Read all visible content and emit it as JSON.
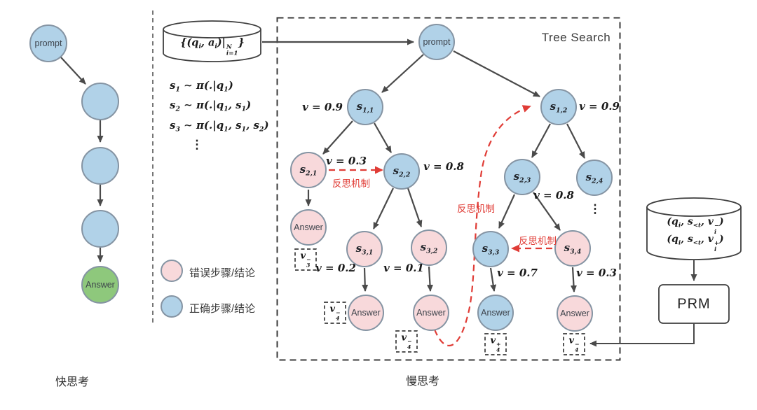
{
  "left_panel": {
    "prompt_label": "prompt",
    "answer_label": "Answer",
    "caption": "快思考"
  },
  "middle_panel": {
    "dataset_formula": "{(q_{i}, a_{i})|_{i=1}^{N}}",
    "equations": [
      "s_{1} ∼ π(.|q_{1})",
      "s_{2} ∼ π(.|q_{1}, s_{1})",
      "s_{3} ∼ π(.|q_{1}, s_{1}, s_{2})"
    ],
    "ellipsis": "⋮",
    "legend": [
      {
        "label": "错误步骤/结论",
        "color": "#f8d9db"
      },
      {
        "label": "正确步骤/结论",
        "color": "#b1d2e8"
      }
    ]
  },
  "tree": {
    "title": "Tree Search",
    "caption": "慢思考",
    "prompt_label": "prompt",
    "answer_label": "Answer",
    "reflection_label": "反思机制",
    "ellipsis": "⋮",
    "nodes": {
      "s11": {
        "label": "s_{1,1}",
        "value": "v = 0.9",
        "type": "correct"
      },
      "s12": {
        "label": "s_{1,2}",
        "value": "v = 0.9",
        "type": "correct"
      },
      "s21": {
        "label": "s_{2,1}",
        "value": "v = 0.3",
        "type": "wrong"
      },
      "s22": {
        "label": "s_{2,2}",
        "value": "v = 0.8",
        "type": "correct"
      },
      "s23": {
        "label": "s_{2,3}",
        "value": "v = 0.8",
        "type": "correct"
      },
      "s24": {
        "label": "s_{2,4}",
        "type": "correct"
      },
      "s31": {
        "label": "s_{3,1}",
        "value": "v = 0.2",
        "type": "wrong"
      },
      "s32": {
        "label": "s_{3,2}",
        "value": "v = 0.1",
        "type": "wrong"
      },
      "s33": {
        "label": "s_{3,3}",
        "value": "v = 0.7",
        "type": "correct"
      },
      "s34": {
        "label": "s_{3,4}",
        "value": "v = 0.3",
        "type": "wrong"
      }
    },
    "value_boxes": {
      "v3_minus": "v_{3}^{−}",
      "v4_minus_a": "v_{4}^{−}",
      "v4_minus_b": "v_{4}^{−}",
      "v4_plus": "v_{4}^{+}",
      "v4_minus_c": "v_{4}^{−}"
    }
  },
  "prm_panel": {
    "data_lines": [
      "(q_{i}, s_{<t}, v_{i}^{−})",
      "(q_{i}, s_{<t}, v_{i}^{+})"
    ],
    "prm_label": "PRM"
  },
  "colors": {
    "correct_node": "#b1d2e8",
    "wrong_node": "#f8d9db",
    "answer_node_green": "#8ec87c",
    "node_border": "#8594a3",
    "arrow": "#4a4a4a",
    "reflection_red": "#e03c36"
  }
}
